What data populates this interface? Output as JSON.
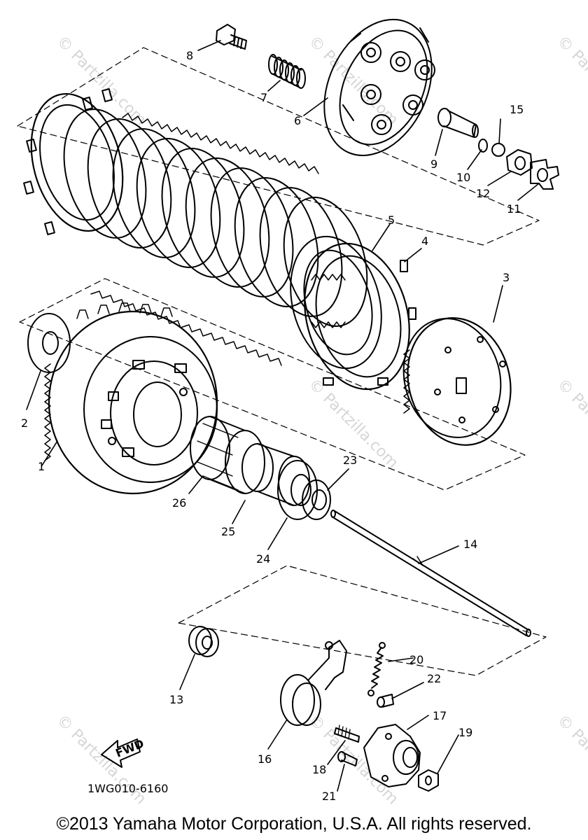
{
  "callouts": {
    "c1": "1",
    "c2": "2",
    "c3": "3",
    "c4": "4",
    "c5": "5",
    "c6": "6",
    "c7": "7",
    "c8": "8",
    "c9": "9",
    "c10": "10",
    "c11": "11",
    "c12": "12",
    "c13": "13",
    "c14": "14",
    "c15": "15",
    "c16": "16",
    "c17": "17",
    "c18": "18",
    "c19": "19",
    "c20": "20",
    "c21": "21",
    "c22": "22",
    "c23": "23",
    "c24": "24",
    "c25": "25",
    "c26": "26"
  },
  "fwd_label": "FWD",
  "diagram_code": "1WG010-6160",
  "watermark": "© Partzilla.com",
  "copyright": "©2013 Yamaha Motor Corporation, U.S.A. All rights reserved.",
  "colors": {
    "ink": "#000000",
    "watermark": "#d6d6d6",
    "background": "#ffffff"
  }
}
